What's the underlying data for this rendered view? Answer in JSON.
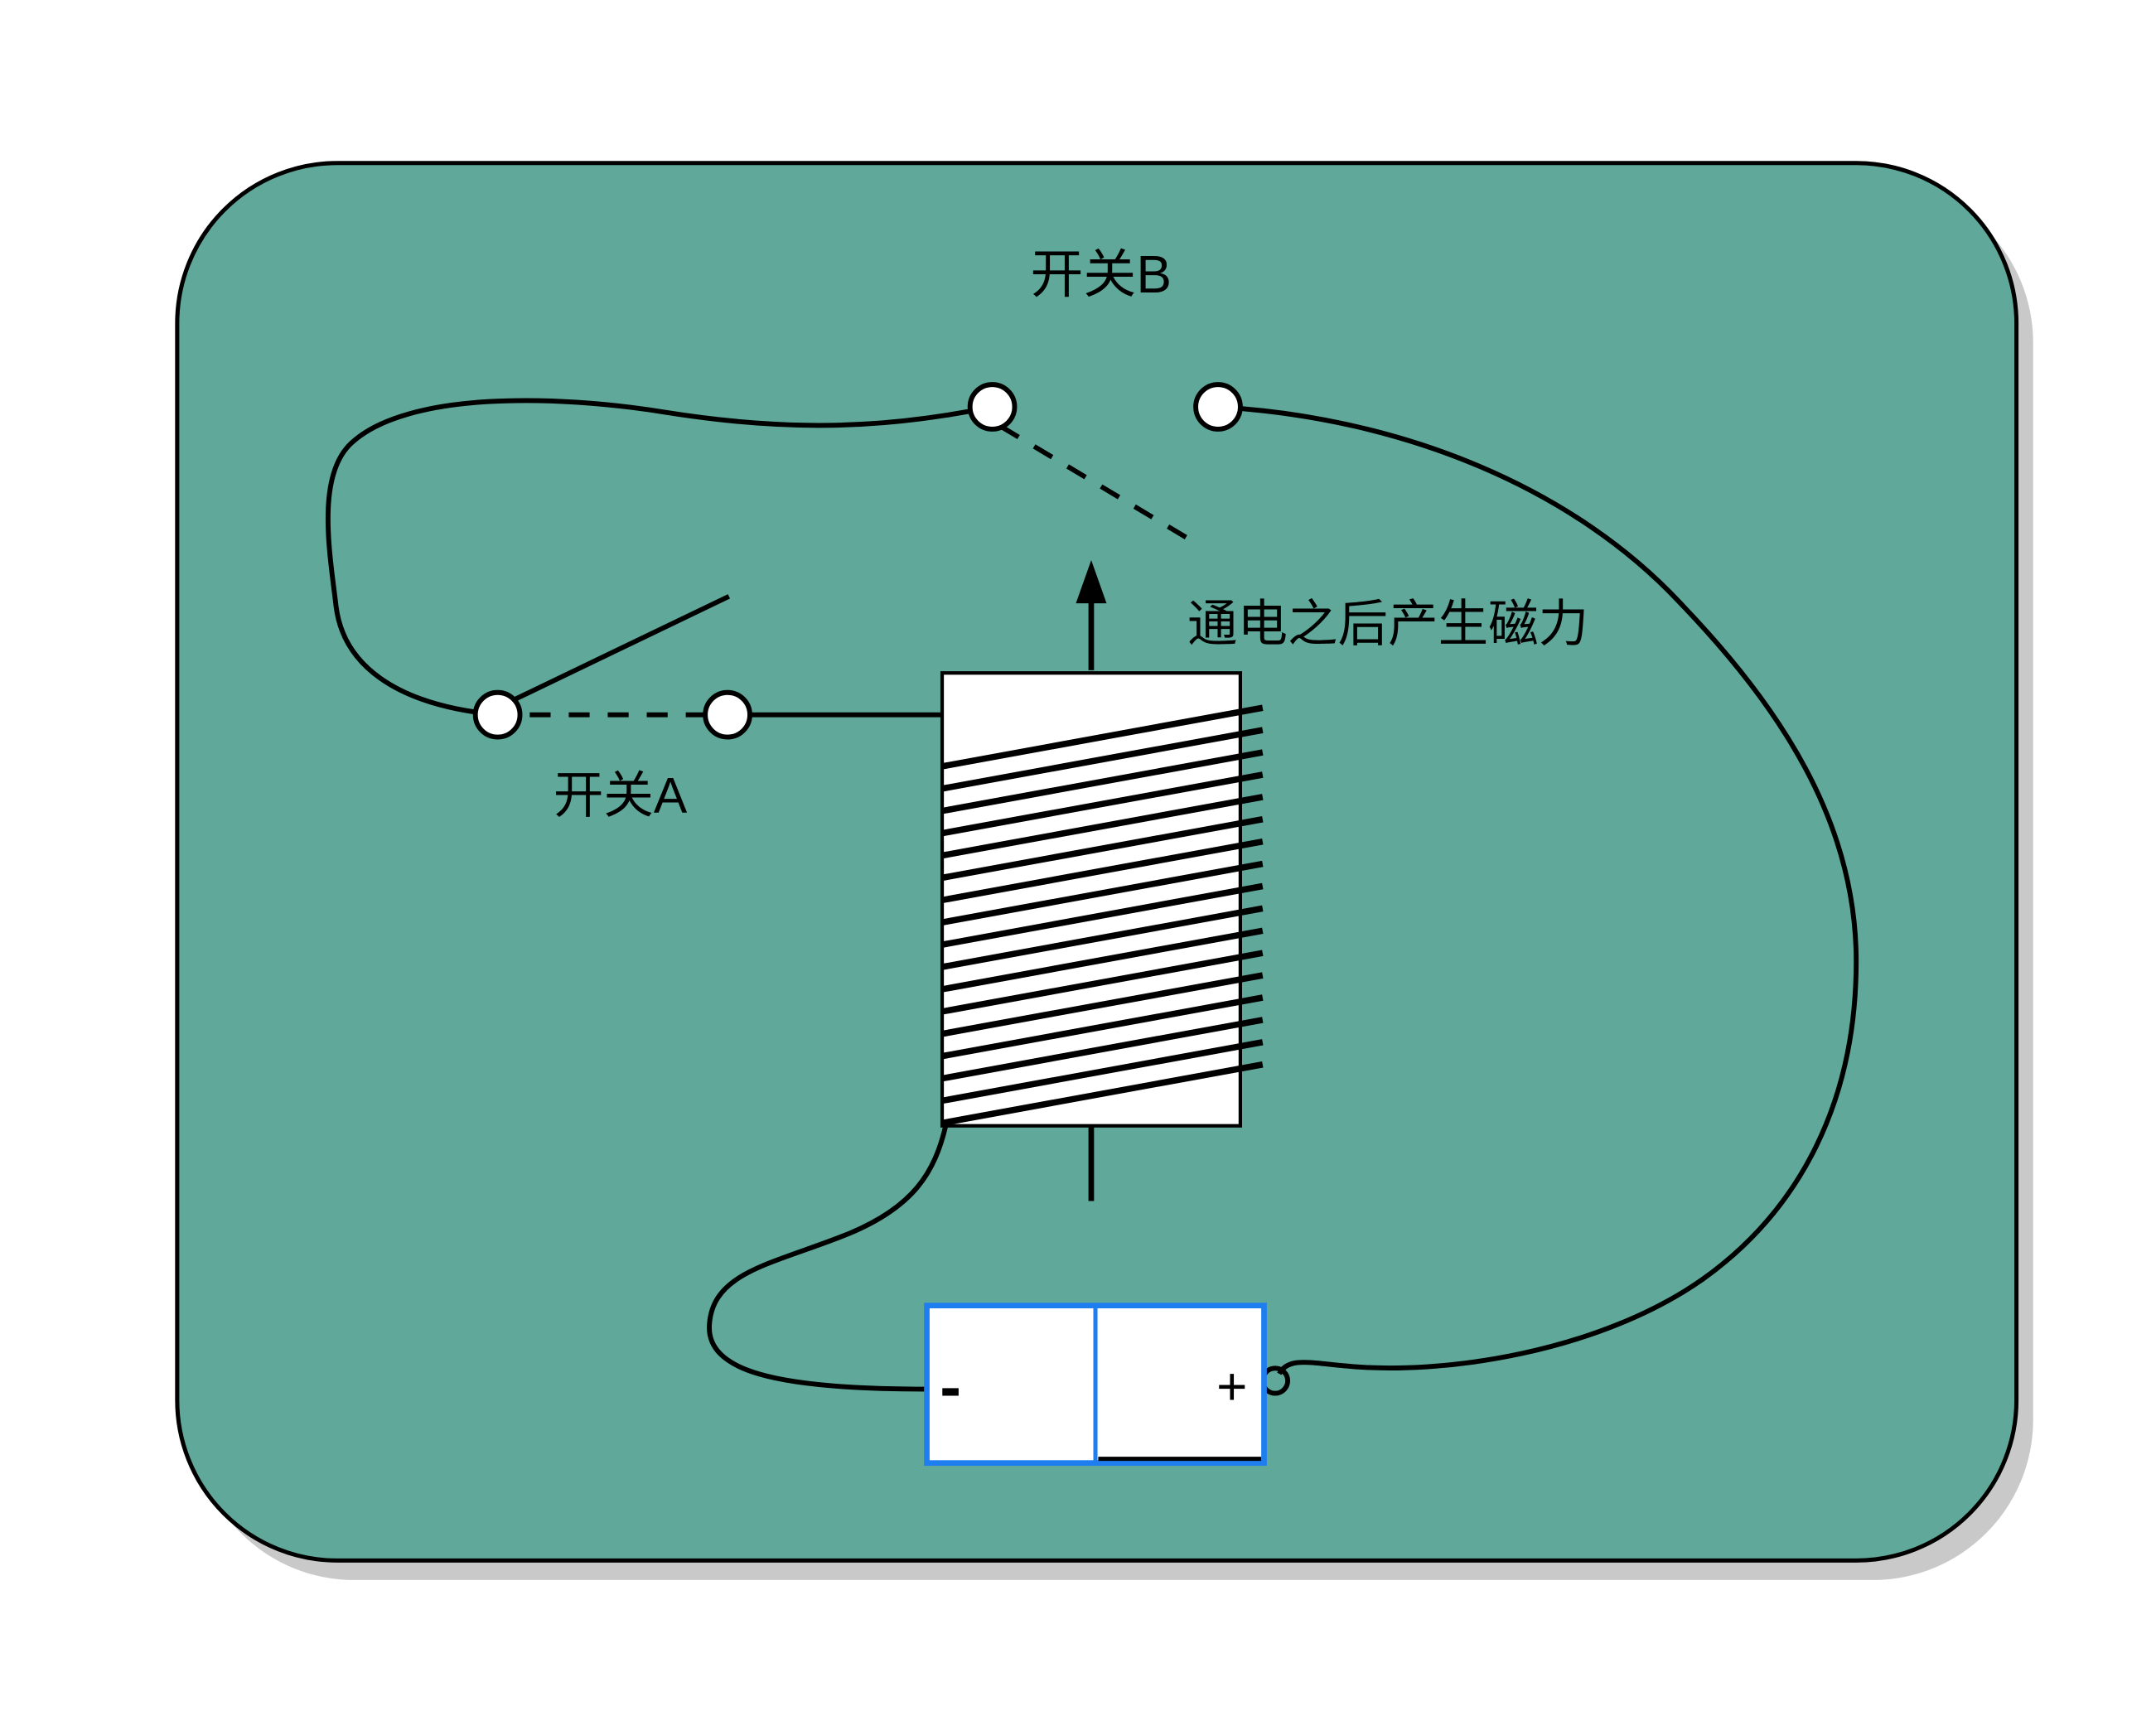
{
  "diagram": {
    "title_context": "electromagnet relay circuit diagram",
    "labels": {
      "switch_b": "开关B",
      "switch_a": "开关A",
      "coil_caption": "通电之后产生磁力",
      "battery_minus": "-",
      "battery_plus": "+"
    },
    "colors": {
      "panel": "#5fa89a",
      "panel_border": "#000000",
      "shadow": "#c9c9c9",
      "wire": "#000000",
      "battery_border": "#1e7ef0",
      "contact_fill": "#ffffff"
    }
  }
}
